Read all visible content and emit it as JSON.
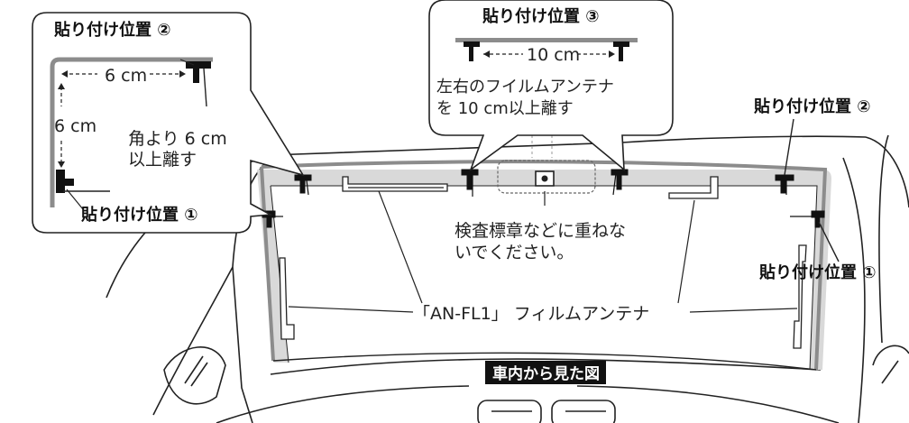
{
  "labels": {
    "pos1_left": "貼り付け位置 ①",
    "pos2_left": "貼り付け位置 ②",
    "pos3": "貼り付け位置 ③",
    "pos2_right": "貼り付け位置 ②",
    "pos1_right": "貼り付け位置 ①",
    "dim_horizontal": "6 cm",
    "dim_vertical": "6 cm",
    "corner_note_line1": "角より 6 cm",
    "corner_note_line2": "以上離す",
    "spacing": "10 cm",
    "spacing_note_line1": "左右のフイルムアンテナ",
    "spacing_note_line2": "を 10 cm以上離す",
    "inspection_note_line1": "検査標章などに重ねな",
    "inspection_note_line2": "いでください。",
    "antenna_label": "「AN-FL1」 フィルムアンテナ",
    "view_label": "車内から見た図"
  },
  "colors": {
    "line": "#222222",
    "glass_band": "#d9d9d9",
    "frame_gray": "#8c8c8c",
    "label_bg": "#111111",
    "background": "#ffffff"
  }
}
